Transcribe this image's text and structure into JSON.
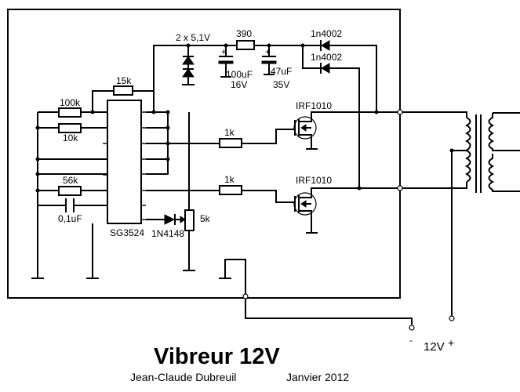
{
  "title": "Vibreur 12V",
  "author": "Jean-Claude Dubreuil",
  "date": "Janvier 2012",
  "supply": {
    "label": "12V",
    "neg": "-",
    "pos": "+"
  },
  "components": {
    "ic": "SG3524",
    "zener": "2 x 5,1V",
    "r_390": "390",
    "r_15k": "15k",
    "r_100k": "100k",
    "r_10k": "10k",
    "r_56k": "56k",
    "cap_01": "0,1uF",
    "cap_100_value": "100uF",
    "cap_100_voltage": "16V",
    "cap_47_value": "47uF",
    "cap_47_voltage": "35V",
    "diode_top": "1n4002",
    "diode_bottom": "1n4002",
    "gate_r_top": "1k",
    "gate_r_bottom": "1k",
    "mosfet_top": "IRF1010",
    "mosfet_bottom": "IRF1010",
    "signal_diode": "1N4148",
    "pot": "5k"
  },
  "polarity": {
    "cap_plus": "+"
  }
}
